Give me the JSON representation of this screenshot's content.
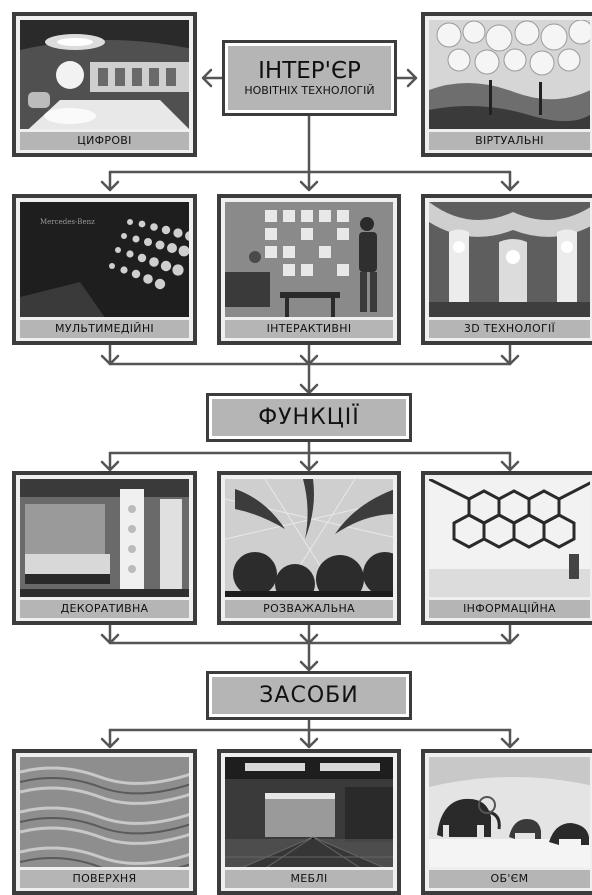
{
  "title": {
    "main": "ІНТЕР'ЄР",
    "sub": "НОВІТНІХ ТЕХНОЛОГІЙ"
  },
  "top_cards": [
    {
      "label": "ЦИФРОВІ",
      "scene": "digital-room"
    },
    {
      "label": "ВІРТУАЛЬНІ",
      "scene": "virtual-cells"
    }
  ],
  "row2": [
    {
      "label": "МУЛЬТИМЕДІЙНІ",
      "scene": "multimedia-dots"
    },
    {
      "label": "ІНТЕРАКТИВНІ",
      "scene": "interactive-wall"
    },
    {
      "label": "3D ТЕХНОЛОГІЇ",
      "scene": "3d-columns"
    }
  ],
  "functions_heading": "ФУНКЦІЇ",
  "row3": [
    {
      "label": "ДЕКОРАТИВНА",
      "scene": "decorative-room"
    },
    {
      "label": "РОЗВАЖАЛЬНА",
      "scene": "palm-lounge"
    },
    {
      "label": "ІНФОРМАЦІЙНА",
      "scene": "hexagon-ceiling"
    }
  ],
  "means_heading": "ЗАСОБИ",
  "row4": [
    {
      "label": "ПОВЕРХНЯ",
      "scene": "wavy-surface"
    },
    {
      "label": "МЕБЛІ",
      "scene": "bar-counter"
    },
    {
      "label": "ОБ'ЄМ",
      "scene": "mammoth-hall"
    }
  ],
  "palette": {
    "frame": "#3c3c3c",
    "caption": "#b5b5b5",
    "arrow": "#555555"
  }
}
